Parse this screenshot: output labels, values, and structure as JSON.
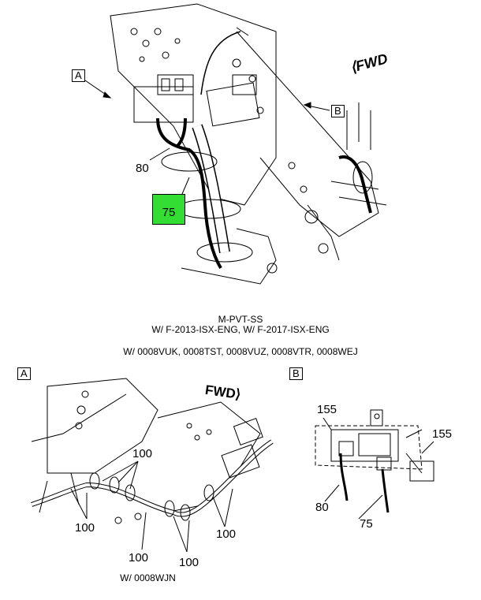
{
  "main_view": {
    "view_a_label": "A",
    "view_b_label": "B",
    "fwd_label": "FWD",
    "callout_80": "80",
    "callout_75": "75"
  },
  "captions": {
    "line1": "M-PVT-SS",
    "line2": "W/ F-2013-ISX-ENG, W/ F-2017-ISX-ENG",
    "line3": "W/ 0008VUK, 0008TST, 0008VUZ, 0008VTR, 0008WEJ"
  },
  "detail_a": {
    "label": "A",
    "fwd_label": "FWD",
    "callouts": [
      "100",
      "100",
      "100",
      "100",
      "100"
    ],
    "caption": "W/ 0008WJN"
  },
  "detail_b": {
    "label": "B",
    "callouts": [
      "155",
      "155",
      "80",
      "75"
    ]
  },
  "colors": {
    "highlight": "#33dd33"
  }
}
